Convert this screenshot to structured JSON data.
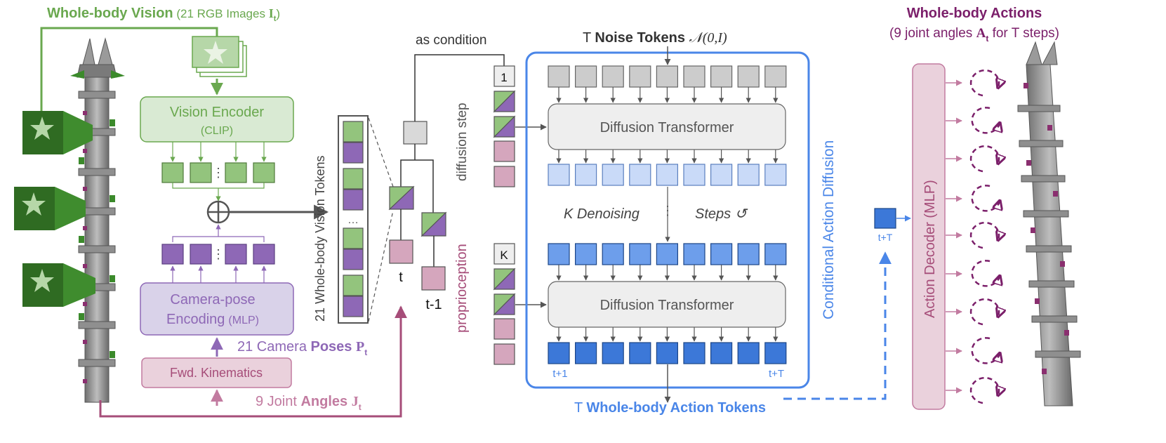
{
  "vision_header": {
    "title": "Whole-body Vision",
    "detail": " (21 RGB Images ",
    "symbol": "I",
    "sub": "t",
    "close": ")"
  },
  "vision_encoder": {
    "title": "Vision Encoder",
    "subtitle": "(CLIP)"
  },
  "camera_pose_encoding": {
    "line1": "Camera-pose",
    "line2": "Encoding",
    "sub": "(MLP)"
  },
  "camera_poses": {
    "prefix": "21 Camera ",
    "bold": "Poses ",
    "symbol": "P",
    "sub": "t"
  },
  "fwd_kinematics": {
    "label": "Fwd. Kinematics"
  },
  "joint_angles": {
    "prefix": "9 Joint ",
    "bold": "Angles ",
    "symbol": "J",
    "sub": "t"
  },
  "vision_tokens": {
    "label": "21 Whole-body Vision Tokens",
    "ellipsis": "⋮"
  },
  "tree": {
    "t_label": "t",
    "t_minus_1_label": "t-1"
  },
  "as_condition": "as condition",
  "proprioception": "proprioception",
  "diffusion_step": "diffusion step",
  "step_badges": {
    "first": "1",
    "last": "K"
  },
  "noise_header": {
    "prefix": "T ",
    "bold": "Noise Tokens ",
    "math": "𝒩(0,I)"
  },
  "diffusion_transformer": "Diffusion Transformer",
  "denoising": {
    "left": "K Denoising",
    "right": "Steps ↺",
    "dots": "⋮"
  },
  "cad_label": "Conditional Action Diffusion",
  "output_tokens": {
    "first": "t+1",
    "last": "t+T"
  },
  "action_tokens_footer": {
    "prefix": "T ",
    "bold": "Whole-body Action Tokens"
  },
  "single_token_label": "t+T",
  "action_decoder": "Action Decoder (MLP)",
  "actions_header": {
    "title": "Whole-body Actions",
    "detail": "(9 joint angles ",
    "symbol": "A",
    "sub": "t",
    "close": " for T steps)"
  },
  "colors": {
    "green": "#6aa84f",
    "green_light": "#d9ead3",
    "purple": "#8e68b6",
    "purple_light": "#d9d2e9",
    "pink": "#d5a6bd",
    "magenta": "#a64d79",
    "blue": "#4a86e8",
    "blue_light": "#c9daf8",
    "gray": "#cccccc",
    "action_purple": "#7b1f6a"
  }
}
